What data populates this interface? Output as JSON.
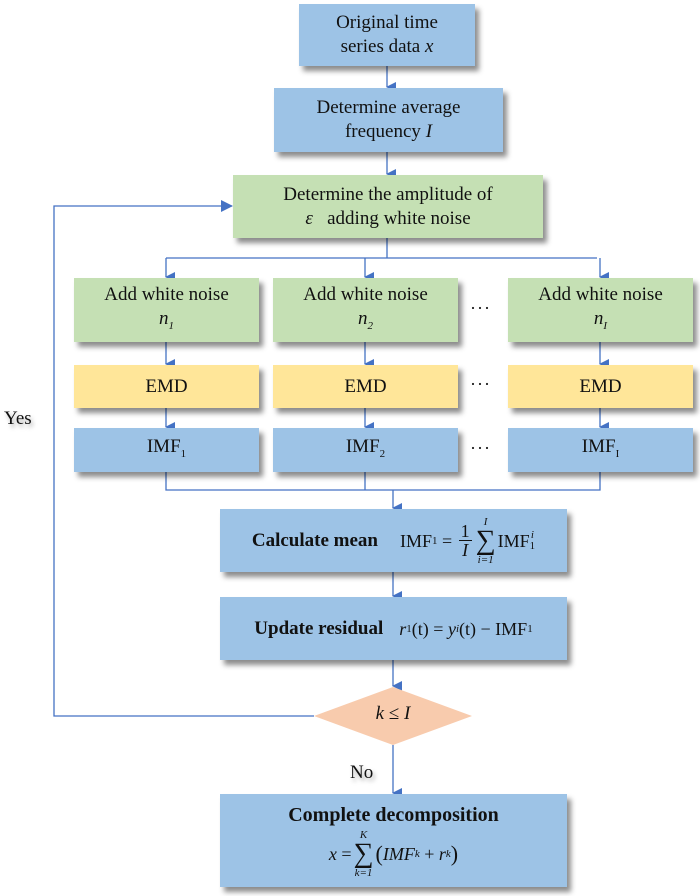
{
  "boxes": {
    "original": {
      "line1": "Original time",
      "line2": "series data",
      "var": "x"
    },
    "avg_freq": {
      "line1": "Determine average",
      "line2": "frequency",
      "var": "I"
    },
    "amplitude": {
      "line1": "Determine the amplitude of",
      "eps": "ε",
      "line2": "adding white noise"
    },
    "noise": [
      {
        "label": "Add white noise",
        "var": "n",
        "sub": "1"
      },
      {
        "label": "Add white noise",
        "var": "n",
        "sub": "2"
      },
      {
        "label": "Add white noise",
        "var": "n",
        "sub": "I"
      }
    ],
    "emd": [
      "EMD",
      "EMD",
      "EMD"
    ],
    "imf": [
      {
        "label": "IMF",
        "sub": "1"
      },
      {
        "label": "IMF",
        "sub": "2"
      },
      {
        "label": "IMF",
        "sub": "I"
      }
    ],
    "calc_mean": {
      "label": "Calculate mean",
      "lhs": "IMF",
      "lhs_sub": "1",
      "eq": "=",
      "num": "1",
      "den": "I",
      "sum_top": "I",
      "sum_bottom": "i=1",
      "sigma": "∑",
      "rhs": "IMF",
      "rhs_sub": "1",
      "rhs_sup": "i"
    },
    "update_residual": {
      "label": "Update residual",
      "r": "r",
      "r_sub": "1",
      "t1": "(t)",
      "eq": "=",
      "y": "y",
      "y_sub": "i",
      "t2": "(t)",
      "minus": "−",
      "imf": "IMF",
      "imf_sub": "1"
    },
    "decision": {
      "k": "k",
      "op": "≤",
      "I": "I"
    },
    "complete": {
      "label": "Complete decomposition",
      "x": "x",
      "eq": "=",
      "sigma": "∑",
      "sum_top": "K",
      "sum_bottom": "k=1",
      "lparen": "(",
      "imf": "IMF",
      "imf_sub": "k",
      "plus": "+",
      "r": "r",
      "r_sub": "k",
      "rparen": ")"
    }
  },
  "labels": {
    "yes": "Yes",
    "no": "No",
    "ellipsis": "···"
  },
  "colors": {
    "blue": "#9dc3e6",
    "green": "#c5e0b4",
    "yellow": "#ffe699",
    "diamond": "#f8cbad",
    "line": "#4472c4"
  }
}
